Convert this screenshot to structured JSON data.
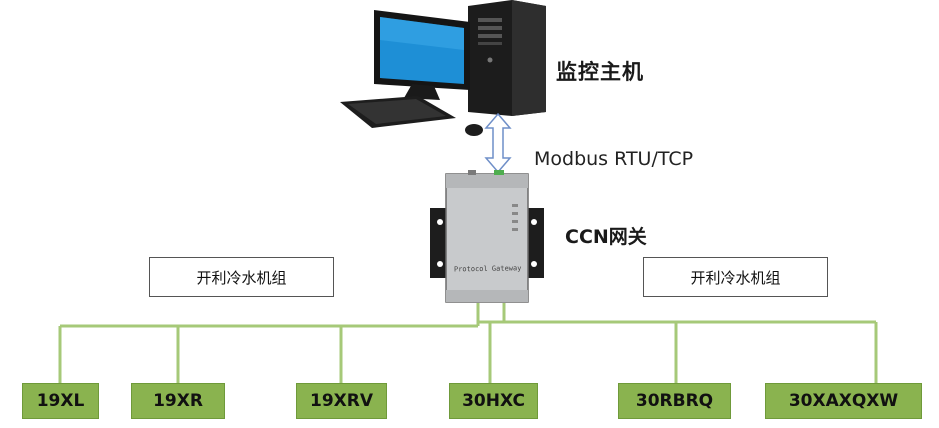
{
  "host": {
    "label": "监控主机",
    "icon": "desktop-computer-icon"
  },
  "link": {
    "protocol": "Modbus RTU/TCP"
  },
  "gateway": {
    "label": "CCN网关",
    "device_text": "Protocol Gateway",
    "icon": "gateway-device-icon"
  },
  "groups": {
    "left": "开利冷水机组",
    "right": "开利冷水机组"
  },
  "units": [
    "19XL",
    "19XR",
    "19XRV",
    "30HXC",
    "30RBRQ",
    "30XAXQXW"
  ],
  "colors": {
    "bus_line": "#a6c978",
    "unit_fill": "#8ab34f",
    "arrow": "#6f8fc8"
  }
}
